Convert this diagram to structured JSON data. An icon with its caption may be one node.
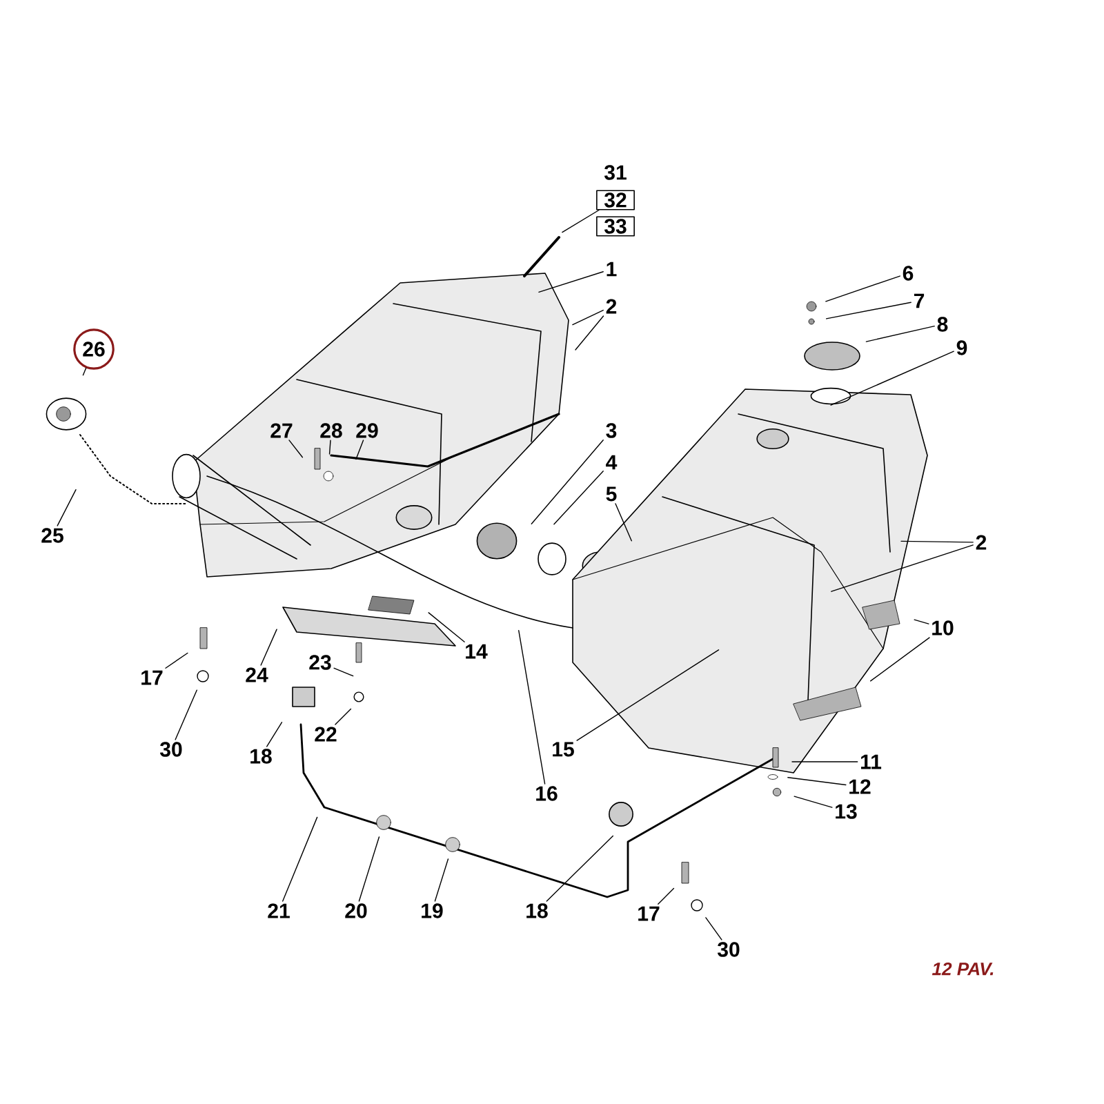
{
  "diagram": {
    "nodes": [
      {
        "text": [
          "31"
        ]
      },
      {
        "text": [
          "32"
        ]
      },
      {
        "text": [
          "33"
        ]
      },
      {
        "text": [
          "1"
        ]
      },
      {
        "text": [
          "2"
        ]
      },
      {
        "text": [
          "26"
        ]
      },
      {
        "text": [
          "6"
        ]
      },
      {
        "text": [
          "7"
        ]
      },
      {
        "text": [
          "8"
        ]
      },
      {
        "text": [
          "9"
        ]
      },
      {
        "text": [
          "27"
        ]
      },
      {
        "text": [
          "28"
        ]
      },
      {
        "text": [
          "29"
        ]
      },
      {
        "text": [
          "3"
        ]
      },
      {
        "text": [
          "4"
        ]
      },
      {
        "text": [
          "5"
        ]
      },
      {
        "text": [
          "25"
        ]
      },
      {
        "text": [
          "2"
        ]
      },
      {
        "text": [
          "10"
        ]
      },
      {
        "text": [
          "14"
        ]
      },
      {
        "text": [
          "17"
        ]
      },
      {
        "text": [
          "24"
        ]
      },
      {
        "text": [
          "23"
        ]
      },
      {
        "text": [
          "30"
        ]
      },
      {
        "text": [
          "22"
        ]
      },
      {
        "text": [
          "18"
        ]
      },
      {
        "text": [
          "15"
        ]
      },
      {
        "text": [
          "16"
        ]
      },
      {
        "text": [
          "11"
        ]
      },
      {
        "text": [
          "12"
        ]
      },
      {
        "text": [
          "13"
        ]
      },
      {
        "text": [
          "21"
        ]
      },
      {
        "text": [
          "20"
        ]
      },
      {
        "text": [
          "19"
        ]
      },
      {
        "text": [
          "18"
        ]
      },
      {
        "text": [
          "17"
        ]
      },
      {
        "text": [
          "30"
        ]
      }
    ],
    "edges": [
      {
        "from": 1,
        "to": null,
        "arrow": "none"
      },
      {
        "from": 3,
        "to": null,
        "arrow": "none"
      },
      {
        "from": 4,
        "to": null,
        "arrow": "none"
      },
      {
        "from": 4,
        "to": null,
        "arrow": "none"
      },
      {
        "from": 5,
        "to": null,
        "arrow": "none"
      },
      {
        "from": 6,
        "to": null,
        "arrow": "none"
      },
      {
        "from": 7,
        "to": null,
        "arrow": "none"
      },
      {
        "from": 8,
        "to": null,
        "arrow": "none"
      },
      {
        "from": 9,
        "to": null,
        "arrow": "none"
      },
      {
        "from": 10,
        "to": null,
        "arrow": "none"
      },
      {
        "from": 11,
        "to": null,
        "arrow": "none"
      },
      {
        "from": 12,
        "to": null,
        "arrow": "none"
      },
      {
        "from": 13,
        "to": null,
        "arrow": "none"
      },
      {
        "from": 14,
        "to": null,
        "arrow": "none"
      },
      {
        "from": 15,
        "to": null,
        "arrow": "none"
      },
      {
        "from": 16,
        "to": null,
        "arrow": "none"
      },
      {
        "from": 17,
        "to": null,
        "arrow": "none"
      },
      {
        "from": 17,
        "to": null,
        "arrow": "none"
      },
      {
        "from": 18,
        "to": null,
        "arrow": "none"
      },
      {
        "from": 18,
        "to": null,
        "arrow": "none"
      },
      {
        "from": 19,
        "to": null,
        "arrow": "none"
      },
      {
        "from": 20,
        "to": null,
        "arrow": "none"
      },
      {
        "from": 21,
        "to": null,
        "arrow": "none"
      },
      {
        "from": 22,
        "to": null,
        "arrow": "none"
      },
      {
        "from": 23,
        "to": null,
        "arrow": "none"
      },
      {
        "from": 24,
        "to": null,
        "arrow": "none"
      },
      {
        "from": 25,
        "to": null,
        "arrow": "none"
      },
      {
        "from": 26,
        "to": null,
        "arrow": "none"
      },
      {
        "from": 27,
        "to": null,
        "arrow": "none"
      },
      {
        "from": 28,
        "to": null,
        "arrow": "none"
      },
      {
        "from": 29,
        "to": null,
        "arrow": "none"
      },
      {
        "from": 30,
        "to": null,
        "arrow": "none"
      },
      {
        "from": 31,
        "to": null,
        "arrow": "none"
      },
      {
        "from": 32,
        "to": null,
        "arrow": "none"
      },
      {
        "from": 33,
        "to": null,
        "arrow": "none"
      },
      {
        "from": 34,
        "to": null,
        "arrow": "none"
      },
      {
        "from": 35,
        "to": null,
        "arrow": "none"
      },
      {
        "from": 36,
        "to": null,
        "arrow": "none"
      }
    ],
    "labels": [
      "12 PAV."
    ]
  }
}
